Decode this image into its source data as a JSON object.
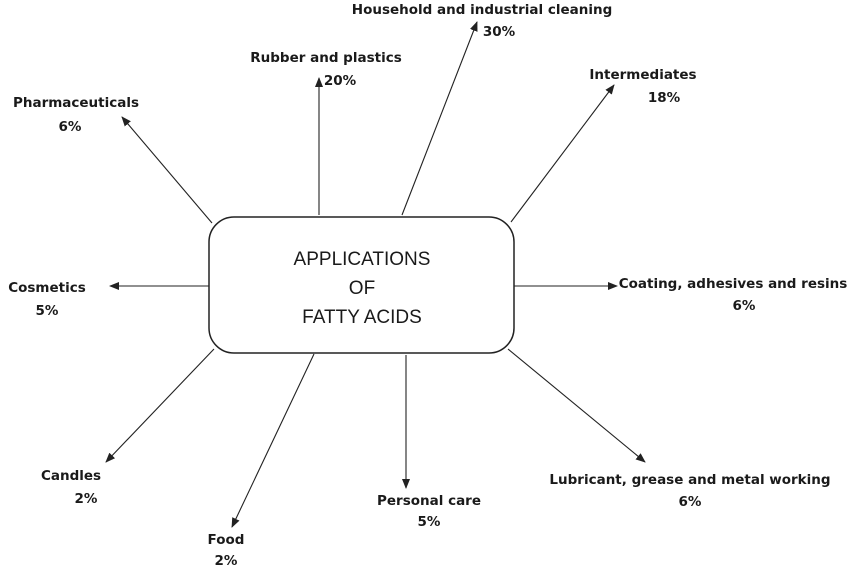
{
  "center": {
    "lines": [
      "APPLICATIONS",
      "OF",
      "FATTY ACIDS"
    ]
  },
  "applications": [
    {
      "name": "Household and industrial cleaning",
      "percent": "30%"
    },
    {
      "name": "Rubber and plastics",
      "percent": "20%"
    },
    {
      "name": "Intermediates",
      "percent": "18%"
    },
    {
      "name": "Pharmaceuticals",
      "percent": "6%"
    },
    {
      "name": "Cosmetics",
      "percent": "5%"
    },
    {
      "name": "Coating, adhesives and resins",
      "percent": "6%"
    },
    {
      "name": "Candles",
      "percent": "2%"
    },
    {
      "name": "Food",
      "percent": "2%"
    },
    {
      "name": "Personal care",
      "percent": "5%"
    },
    {
      "name": "Lubricant, grease and metal working",
      "percent": "6%"
    }
  ]
}
